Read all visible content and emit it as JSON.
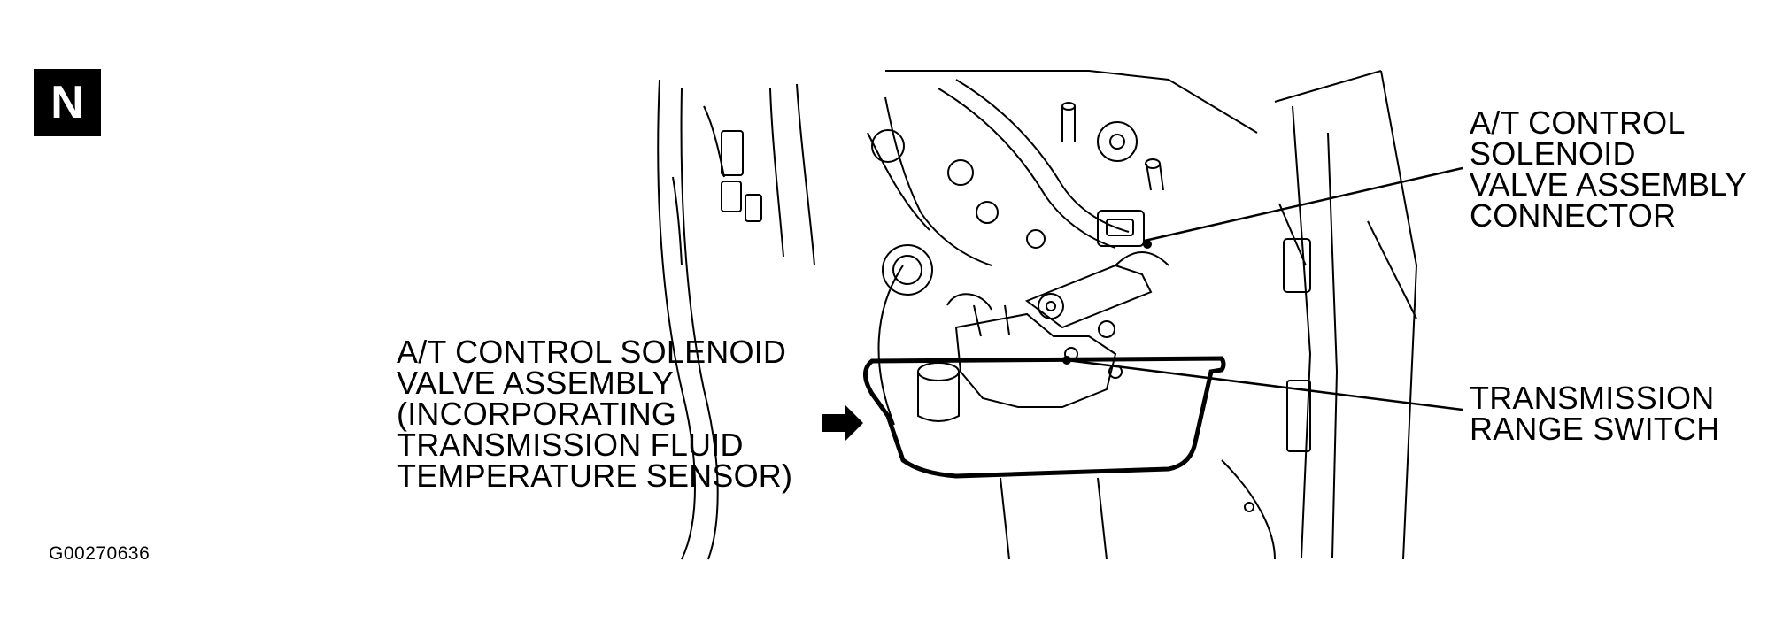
{
  "view_badge": "N",
  "figure_id": "G00270636",
  "callouts": {
    "left": {
      "lines": [
        "A/T CONTROL SOLENOID",
        "VALVE ASSEMBLY",
        "(INCORPORATING",
        "TRANSMISSION FLUID",
        "TEMPERATURE SENSOR)"
      ]
    },
    "top_right": {
      "lines": [
        "A/T CONTROL",
        "SOLENOID",
        "VALVE ASSEMBLY",
        "CONNECTOR"
      ]
    },
    "right": {
      "lines": [
        "TRANSMISSION",
        "RANGE SWITCH"
      ]
    }
  },
  "colors": {
    "ink": "#000000",
    "paper": "#ffffff"
  }
}
